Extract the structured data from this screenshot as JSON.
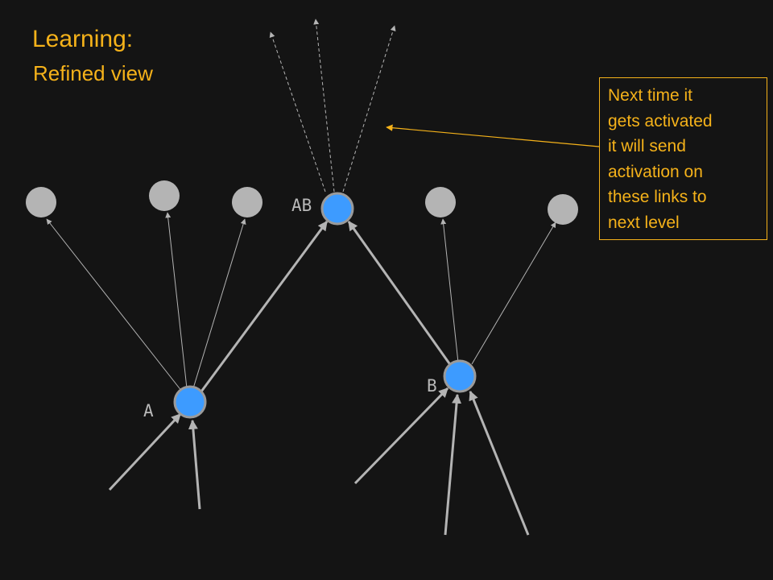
{
  "header": {
    "title": "Learning:",
    "subtitle": "Refined view"
  },
  "callout": {
    "text": "Next time it\ngets activated\nit will send\nactivation on\nthese links to\nnext level"
  },
  "nodes": {
    "a_label": "A",
    "b_label": "B",
    "ab_label": "AB"
  },
  "colors": {
    "background": "#141414",
    "accent": "#f5b21a",
    "active_node": "#3d9bff",
    "inactive_node": "#b4b4b4",
    "link": "#b4b4b4"
  }
}
